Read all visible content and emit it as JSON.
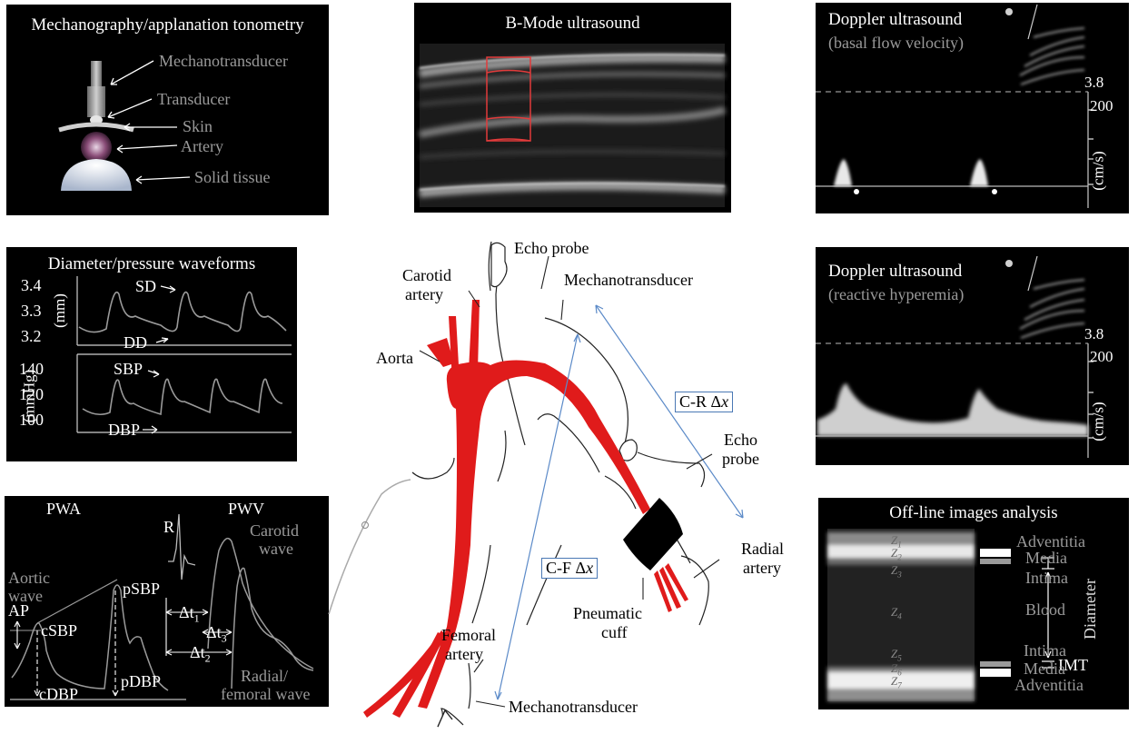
{
  "tonometry": {
    "title": "Mechanography/applanation tonometry",
    "mechanotransducer": "Mechanotransducer",
    "transducer": "Transducer",
    "skin": "Skin",
    "artery": "Artery",
    "solid_tissue": "Solid tissue"
  },
  "bmode": {
    "title": "B-Mode ultrasound"
  },
  "doppler_basal": {
    "title": "Doppler ultrasound",
    "subtitle": "(basal flow velocity)",
    "scale_top": "3.8",
    "scale_mid": "200",
    "unit": "(cm/s)"
  },
  "waveforms": {
    "title": "Diameter/pressure waveforms",
    "mm_ticks": [
      "3.4",
      "3.3",
      "3.2"
    ],
    "mm_unit": "(mm)",
    "sd": "SD",
    "dd": "DD",
    "mmhg_ticks": [
      "140",
      "120",
      "100"
    ],
    "mmhg_unit": "(mmHg)",
    "sbp": "SBP",
    "dbp": "DBP"
  },
  "doppler_hyper": {
    "title": "Doppler ultrasound",
    "subtitle": "(reactive hyperemia)",
    "scale_top": "3.8",
    "scale_mid": "200",
    "unit": "(cm/s)"
  },
  "pwa": {
    "pwa": "PWA",
    "pwv": "PWV",
    "r": "R",
    "carotid_wave": [
      "Carotid",
      "wave"
    ],
    "aortic_wave": [
      "Aortic",
      "wave"
    ],
    "ap": "AP",
    "csbp": "cSBP",
    "psbp": "pSBP",
    "cdbp": "cDBP",
    "pdbp": "pDBP",
    "dt1": "Δt",
    "dt1_sub": "1",
    "dt3": "Δt",
    "dt3_sub": "3",
    "dt2": "Δt",
    "dt2_sub": "2",
    "radial_wave": [
      "Radial/",
      "femoral wave"
    ]
  },
  "offline": {
    "title": "Off-line images analysis",
    "z": [
      "Z",
      "Z",
      "Z",
      "Z",
      "Z",
      "Z",
      "Z"
    ],
    "z_sub": [
      "1",
      "2",
      "3",
      "4",
      "5",
      "6",
      "7"
    ],
    "adventitia_top": "Adventitia",
    "media_top": "Media",
    "intima_top": "Intima",
    "blood": "Blood",
    "diameter": "Diameter",
    "intima_bot": "Intima",
    "imt": "IMT",
    "media_bot": "Media",
    "adventitia_bot": "Adventitia"
  },
  "body": {
    "echo_probe_top": "Echo probe",
    "carotid_artery": [
      "Carotid",
      "artery"
    ],
    "mechanotransducer_top": "Mechanotransducer",
    "aorta": "Aorta",
    "cr_dx": "C-R Δ",
    "cr_x": "x",
    "echo_probe_right": [
      "Echo",
      "probe"
    ],
    "radial_artery": [
      "Radial",
      "artery"
    ],
    "cf_dx": "C-F Δ",
    "cf_x": "x",
    "pneumatic_cuff": [
      "Pneumatic",
      "cuff"
    ],
    "femoral_artery": [
      "Femoral",
      "artery"
    ],
    "mechanotransducer_bottom": "Mechanotransducer"
  }
}
